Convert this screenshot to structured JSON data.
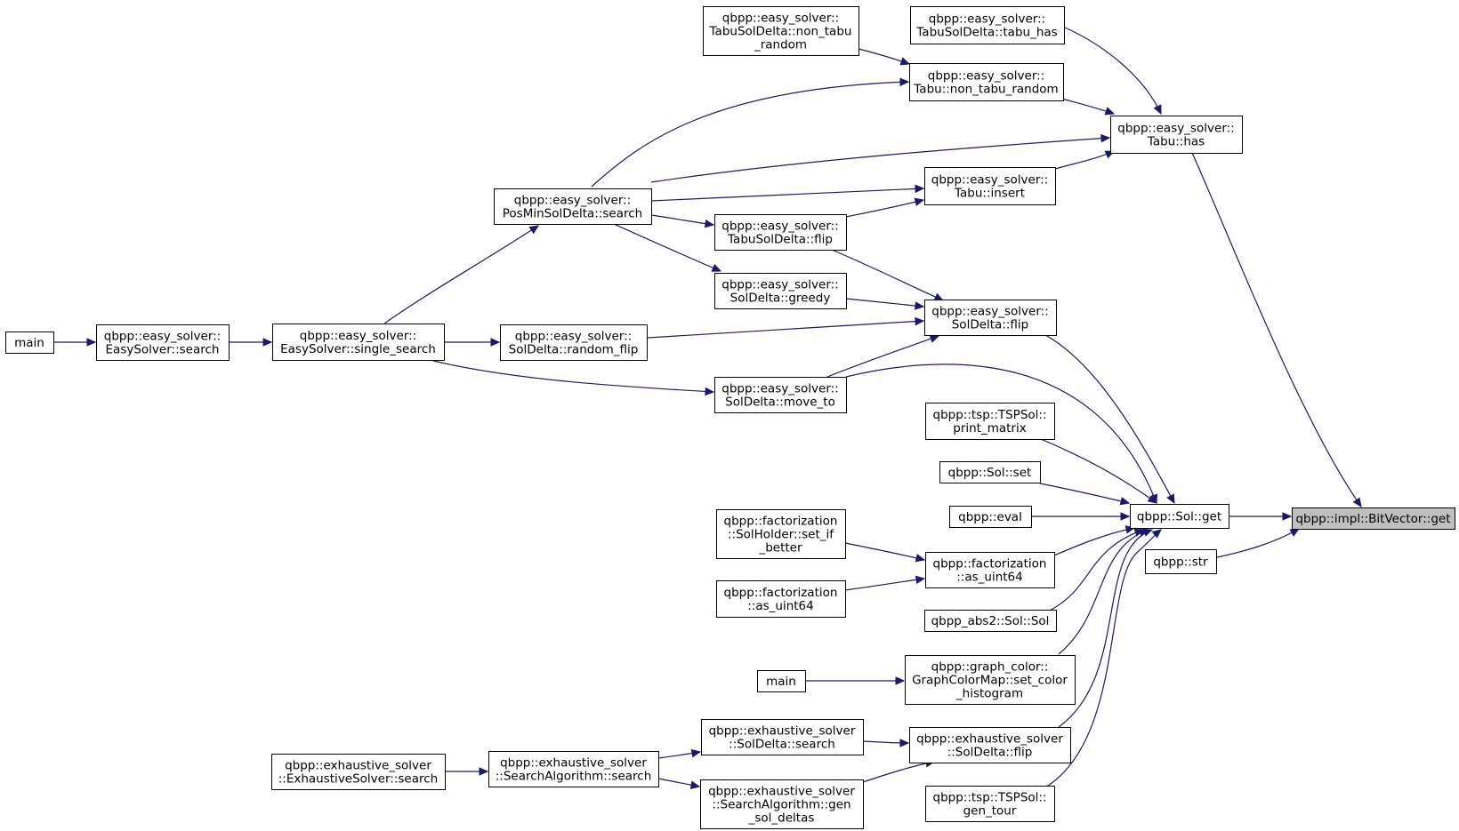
{
  "colors": {
    "edge": "#191970",
    "node_border": "#000000",
    "focus_fill": "#bfbfbf",
    "background": "#ffffff"
  },
  "nodes": [
    {
      "id": "bitvector_get",
      "lines": [
        "qbpp::impl::BitVector::get"
      ],
      "focus": true
    },
    {
      "id": "sol_get",
      "lines": [
        "qbpp::Sol::get"
      ]
    },
    {
      "id": "str",
      "lines": [
        "qbpp::str"
      ]
    },
    {
      "id": "tabu_has",
      "lines": [
        "qbpp::easy_solver::",
        "Tabu::has"
      ]
    },
    {
      "id": "tabusoldelta_tabu_has",
      "lines": [
        "qbpp::easy_solver::",
        "TabuSolDelta::tabu_has"
      ]
    },
    {
      "id": "tabu_non_tabu_random",
      "lines": [
        "qbpp::easy_solver::",
        "Tabu::non_tabu_random"
      ]
    },
    {
      "id": "tabusoldelta_non_tabu_random",
      "lines": [
        "qbpp::easy_solver::",
        "TabuSolDelta::non_tabu",
        "_random"
      ]
    },
    {
      "id": "tabu_insert",
      "lines": [
        "qbpp::easy_solver::",
        "Tabu::insert"
      ]
    },
    {
      "id": "posmin_search",
      "lines": [
        "qbpp::easy_solver::",
        "PosMinSolDelta::search"
      ]
    },
    {
      "id": "tabusoldelta_flip",
      "lines": [
        "qbpp::easy_solver::",
        "TabuSolDelta::flip"
      ]
    },
    {
      "id": "soldelta_greedy",
      "lines": [
        "qbpp::easy_solver::",
        "SolDelta::greedy"
      ]
    },
    {
      "id": "soldelta_flip",
      "lines": [
        "qbpp::easy_solver::",
        "SolDelta::flip"
      ]
    },
    {
      "id": "soldelta_random_flip",
      "lines": [
        "qbpp::easy_solver::",
        "SolDelta::random_flip"
      ]
    },
    {
      "id": "soldelta_move_to",
      "lines": [
        "qbpp::easy_solver::",
        "SolDelta::move_to"
      ]
    },
    {
      "id": "single_search",
      "lines": [
        "qbpp::easy_solver::",
        "EasySolver::single_search"
      ]
    },
    {
      "id": "easysolver_search",
      "lines": [
        "qbpp::easy_solver::",
        "EasySolver::search"
      ]
    },
    {
      "id": "main1",
      "lines": [
        "main"
      ]
    },
    {
      "id": "tsp_print_matrix",
      "lines": [
        "qbpp::tsp::TSPSol::",
        "print_matrix"
      ]
    },
    {
      "id": "sol_set",
      "lines": [
        "qbpp::Sol::set"
      ]
    },
    {
      "id": "eval",
      "lines": [
        "qbpp::eval"
      ]
    },
    {
      "id": "fact_as_uint64_a",
      "lines": [
        "qbpp::factorization",
        "::as_uint64"
      ]
    },
    {
      "id": "solholder_set_if_better",
      "lines": [
        "qbpp::factorization",
        "::SolHolder::set_if",
        "_better"
      ]
    },
    {
      "id": "fact_as_uint64_b",
      "lines": [
        "qbpp::factorization",
        "::as_uint64"
      ]
    },
    {
      "id": "abs2_sol",
      "lines": [
        "qbpp_abs2::Sol::Sol"
      ]
    },
    {
      "id": "graph_color_hist",
      "lines": [
        "qbpp::graph_color::",
        "GraphColorMap::set_color",
        "_histogram"
      ]
    },
    {
      "id": "main2",
      "lines": [
        "main"
      ]
    },
    {
      "id": "exh_soldelta_search",
      "lines": [
        "qbpp::exhaustive_solver",
        "::SolDelta::search"
      ]
    },
    {
      "id": "exh_soldelta_flip",
      "lines": [
        "qbpp::exhaustive_solver",
        "::SolDelta::flip"
      ]
    },
    {
      "id": "exh_searchalg_search",
      "lines": [
        "qbpp::exhaustive_solver",
        "::SearchAlgorithm::search"
      ]
    },
    {
      "id": "exh_exhaustivesolver_search",
      "lines": [
        "qbpp::exhaustive_solver",
        "::ExhaustiveSolver::search"
      ]
    },
    {
      "id": "exh_gen_sol_deltas",
      "lines": [
        "qbpp::exhaustive_solver",
        "::SearchAlgorithm::gen",
        "_sol_deltas"
      ]
    },
    {
      "id": "tsp_gen_tour",
      "lines": [
        "qbpp::tsp::TSPSol::",
        "gen_tour"
      ]
    }
  ],
  "edges": [
    {
      "from": "sol_get",
      "to": "bitvector_get"
    },
    {
      "from": "str",
      "to": "bitvector_get"
    },
    {
      "from": "tabu_has",
      "to": "bitvector_get"
    },
    {
      "from": "tabusoldelta_tabu_has",
      "to": "tabu_has"
    },
    {
      "from": "tabu_non_tabu_random",
      "to": "tabu_has"
    },
    {
      "from": "posmin_search",
      "to": "tabu_has"
    },
    {
      "from": "tabu_insert",
      "to": "tabu_has"
    },
    {
      "from": "tabusoldelta_non_tabu_random",
      "to": "tabu_non_tabu_random"
    },
    {
      "from": "posmin_search",
      "to": "tabu_non_tabu_random"
    },
    {
      "from": "posmin_search",
      "to": "tabu_insert"
    },
    {
      "from": "tabusoldelta_flip",
      "to": "tabu_insert"
    },
    {
      "from": "posmin_search",
      "to": "tabusoldelta_flip"
    },
    {
      "from": "single_search",
      "to": "posmin_search"
    },
    {
      "from": "posmin_search",
      "to": "soldelta_greedy"
    },
    {
      "from": "tabusoldelta_flip",
      "to": "soldelta_flip"
    },
    {
      "from": "soldelta_greedy",
      "to": "soldelta_flip"
    },
    {
      "from": "soldelta_random_flip",
      "to": "soldelta_flip"
    },
    {
      "from": "soldelta_move_to",
      "to": "soldelta_flip"
    },
    {
      "from": "single_search",
      "to": "soldelta_random_flip"
    },
    {
      "from": "single_search",
      "to": "soldelta_move_to"
    },
    {
      "from": "easysolver_search",
      "to": "single_search"
    },
    {
      "from": "main1",
      "to": "easysolver_search"
    },
    {
      "from": "soldelta_flip",
      "to": "sol_get"
    },
    {
      "from": "soldelta_move_to",
      "to": "sol_get"
    },
    {
      "from": "tsp_print_matrix",
      "to": "sol_get"
    },
    {
      "from": "sol_set",
      "to": "sol_get"
    },
    {
      "from": "eval",
      "to": "sol_get"
    },
    {
      "from": "fact_as_uint64_a",
      "to": "sol_get"
    },
    {
      "from": "abs2_sol",
      "to": "sol_get"
    },
    {
      "from": "graph_color_hist",
      "to": "sol_get"
    },
    {
      "from": "exh_soldelta_flip",
      "to": "sol_get"
    },
    {
      "from": "tsp_gen_tour",
      "to": "sol_get"
    },
    {
      "from": "solholder_set_if_better",
      "to": "fact_as_uint64_a"
    },
    {
      "from": "fact_as_uint64_b",
      "to": "fact_as_uint64_a"
    },
    {
      "from": "main2",
      "to": "graph_color_hist"
    },
    {
      "from": "exh_soldelta_search",
      "to": "exh_soldelta_flip"
    },
    {
      "from": "exh_gen_sol_deltas",
      "to": "exh_soldelta_flip"
    },
    {
      "from": "exh_searchalg_search",
      "to": "exh_soldelta_search"
    },
    {
      "from": "exh_searchalg_search",
      "to": "exh_gen_sol_deltas"
    },
    {
      "from": "exh_exhaustivesolver_search",
      "to": "exh_searchalg_search"
    }
  ]
}
